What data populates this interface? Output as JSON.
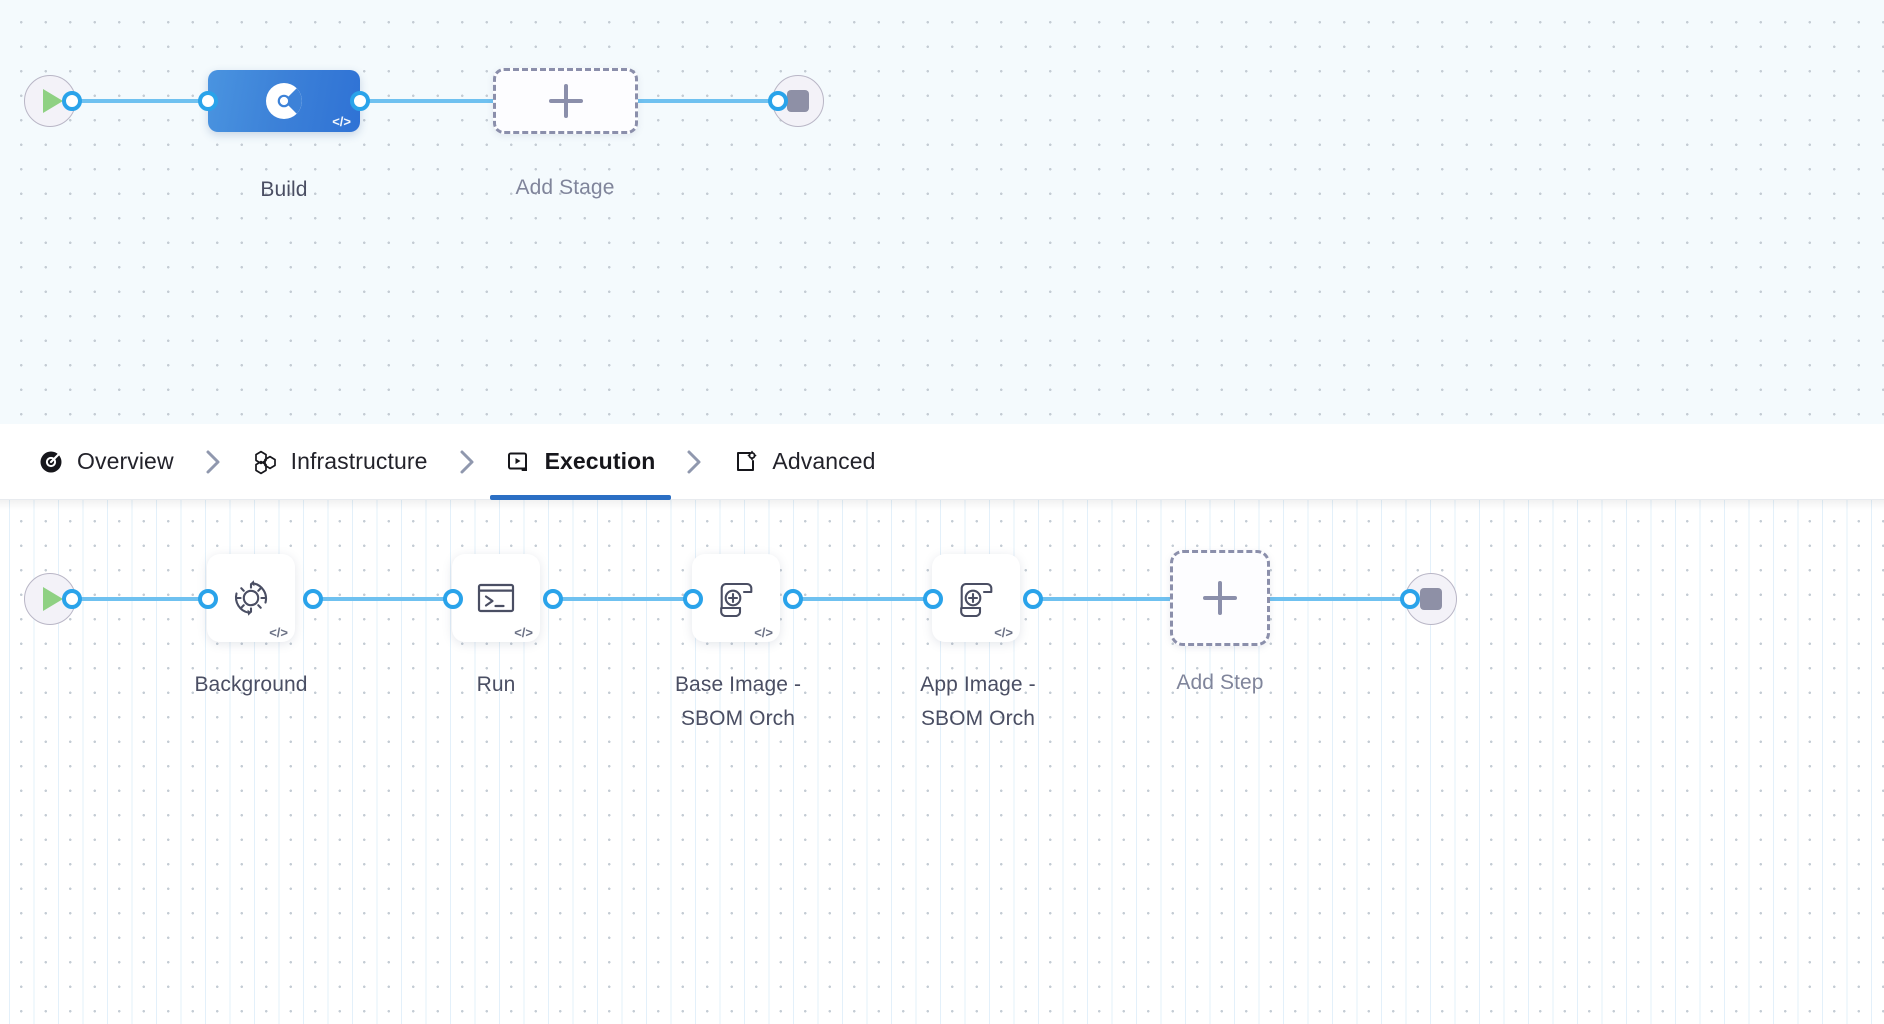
{
  "theme": {
    "accent_blue": "#2aa3ea",
    "edge_blue": "#6fc1f0",
    "stage_blue": "#3d82d8",
    "tab_active_underline": "#2b6fc4",
    "play_green": "#8fd183",
    "stop_grey": "#8e90a6",
    "dashed_grey": "#8b8fab",
    "canvas_top_bg": "#f4fafd",
    "canvas_bottom_bg": "#ffffff",
    "label_text": "#4a4e63"
  },
  "stage_graph": {
    "start_node": {
      "name": "pipeline-start",
      "icon": "play-icon"
    },
    "end_node": {
      "name": "pipeline-end",
      "icon": "stop-icon"
    },
    "stages": [
      {
        "label": "Build",
        "icon": "ci-build-icon",
        "badge": "</>",
        "selected": true
      }
    ],
    "add_stage": {
      "label": "Add Stage",
      "icon": "plus-icon"
    }
  },
  "tabs": {
    "items": [
      {
        "label": "Overview",
        "icon": "overview-icon",
        "active": false
      },
      {
        "label": "Infrastructure",
        "icon": "infrastructure-icon",
        "active": false
      },
      {
        "label": "Execution",
        "icon": "execution-icon",
        "active": true
      },
      {
        "label": "Advanced",
        "icon": "advanced-icon",
        "active": false
      }
    ],
    "separator_icon": "chevron-right-icon"
  },
  "step_graph": {
    "start_node": {
      "name": "execution-start",
      "icon": "play-icon"
    },
    "end_node": {
      "name": "execution-end",
      "icon": "stop-icon"
    },
    "steps": [
      {
        "label": "Background",
        "icon": "background-service-icon",
        "badge": "</>"
      },
      {
        "label": "Run",
        "icon": "terminal-icon",
        "badge": "</>"
      },
      {
        "label": "Base Image - SBOM Orch",
        "line1": "Base Image -",
        "line2": "SBOM Orch",
        "icon": "sbom-scroll-icon",
        "badge": "</>"
      },
      {
        "label": "App Image - SBOM Orch",
        "line1": "App Image -",
        "line2": "SBOM Orch",
        "icon": "sbom-scroll-icon",
        "badge": "</>"
      }
    ],
    "add_step": {
      "label": "Add Step",
      "icon": "plus-icon"
    }
  }
}
